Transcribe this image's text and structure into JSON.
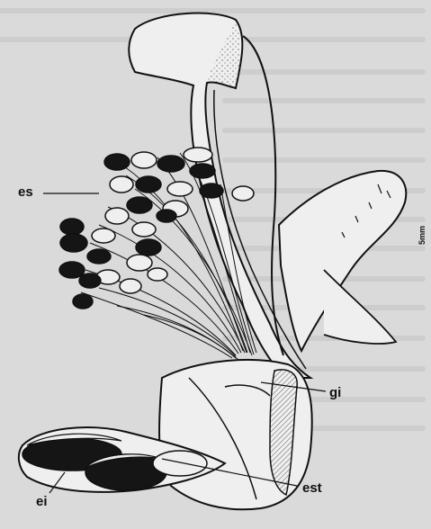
{
  "figure": {
    "labels": {
      "es": "es",
      "gi": "gi",
      "ei": "ei",
      "est": "est"
    },
    "scale_label": "5mm"
  },
  "colors": {
    "ink": "#111111",
    "paper": "#dadada",
    "petal_fill": "#efefef",
    "anther_dark": "#151515"
  }
}
